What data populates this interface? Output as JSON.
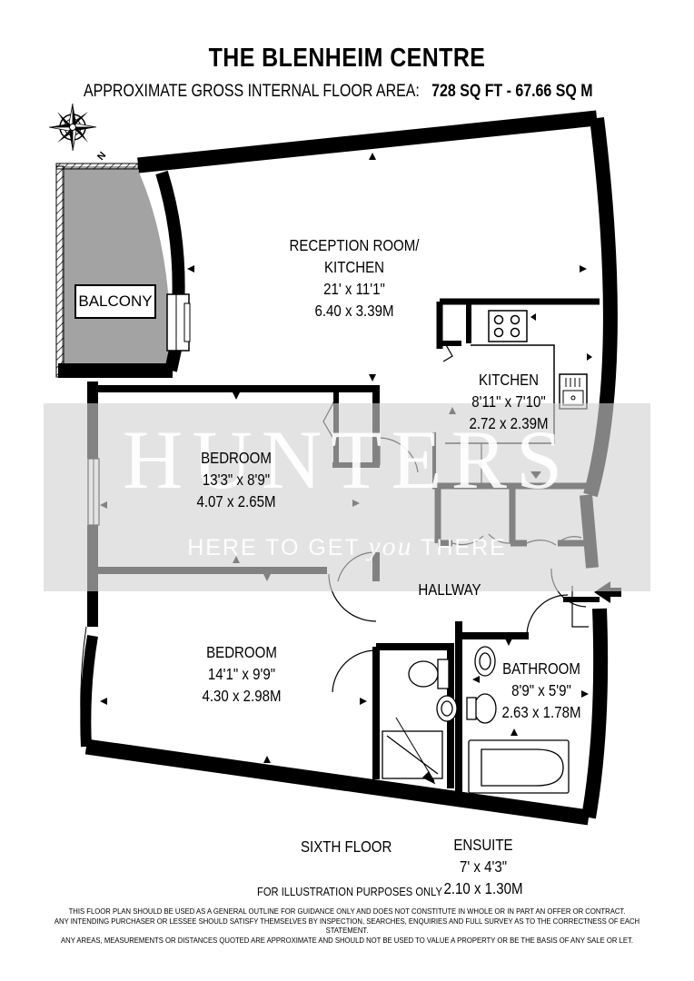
{
  "header": {
    "title": "THE BLENHEIM CENTRE",
    "area_label": "APPROXIMATE GROSS INTERNAL FLOOR AREA:",
    "area_value": "728 SQ FT  -  67.66 SQ M"
  },
  "compass": {
    "north_letter": "N",
    "icon": "compass-rose-icon"
  },
  "rooms": {
    "balcony": {
      "name": "BALCONY"
    },
    "reception": {
      "name_line1": "RECEPTION ROOM/",
      "name_line2": "KITCHEN",
      "imperial": "21' x 11'1\"",
      "metric": "6.40 x 3.39M"
    },
    "kitchen": {
      "name": "KITCHEN",
      "imperial": "8'11\" x 7'10\"",
      "metric": "2.72 x 2.39M"
    },
    "bedroom1": {
      "name": "BEDROOM",
      "imperial": "13'3\" x 8'9\"",
      "metric": "4.07 x 2.65M"
    },
    "hallway": {
      "name": "HALLWAY"
    },
    "bedroom2": {
      "name": "BEDROOM",
      "imperial": "14'1\" x 9'9\"",
      "metric": "4.30 x 2.98M"
    },
    "bathroom": {
      "name": "BATHROOM",
      "imperial": "8'9\" x 5'9\"",
      "metric": "2.63 x 1.78M"
    },
    "ensuite": {
      "name": "ENSUITE",
      "imperial": "7' x 4'3\"",
      "metric": "2.10 x 1.30M"
    }
  },
  "floor_label": "SIXTH FLOOR",
  "illustration_note": "FOR ILLUSTRATION PURPOSES ONLY",
  "watermark": {
    "brand": "HUNTERS",
    "tagline_before": "HERE TO GET ",
    "tagline_emph": "you",
    "tagline_after": " THERE"
  },
  "disclaimer": [
    "THIS FLOOR PLAN SHOULD BE USED AS A GENERAL OUTLINE FOR GUIDANCE ONLY AND DOES NOT CONSTITUTE IN WHOLE OR IN PART AN OFFER OR CONTRACT.",
    "ANY INTENDING PURCHASER OR LESSEE SHOULD SATISFY THEMSELVES BY INSPECTION, SEARCHES, ENQUIRIES AND FULL SURVEY AS TO THE CORRECTNESS OF EACH STATEMENT.",
    "ANY AREAS, MEASUREMENTS OR DISTANCES QUOTED ARE APPROXIMATE AND SHOULD NOT BE USED TO VALUE A PROPERTY OR BE THE BASIS OF ANY SALE OR LET."
  ]
}
